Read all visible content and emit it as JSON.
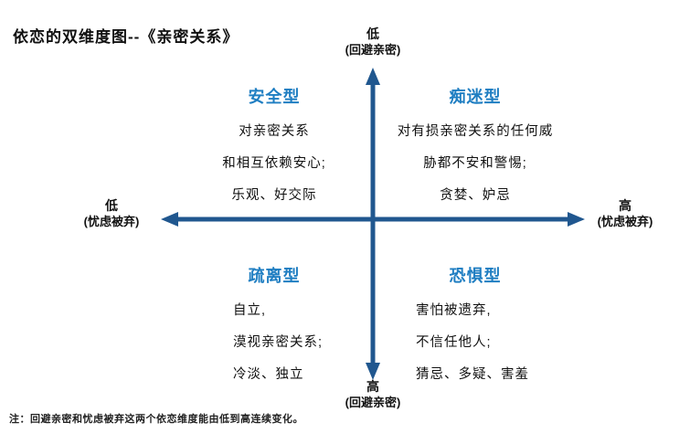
{
  "title": "依恋的双维度图--《亲密关系》",
  "footnote": "注：回避亲密和忧虑被弃这两个依恋维度能由低到高连续变化。",
  "axes": {
    "top": {
      "level": "低",
      "dimension": "(回避亲密)"
    },
    "bottom": {
      "level": "高",
      "dimension": "(回避亲密)"
    },
    "left": {
      "level": "低",
      "dimension": "(忧虑被弃)"
    },
    "right": {
      "level": "高",
      "dimension": "(忧虑被弃)"
    }
  },
  "quadrants": [
    {
      "id": "secure",
      "name": "安全型",
      "lines": [
        "对亲密关系",
        "和相互依赖安心;",
        "乐观、好交际"
      ]
    },
    {
      "id": "preoccupied",
      "name": "痴迷型",
      "lines": [
        "对有损亲密关系的任何威",
        "胁都不安和警惕;",
        "贪婪、妒忌"
      ]
    },
    {
      "id": "dismissing",
      "name": "疏离型",
      "lines": [
        "自立,",
        "漠视亲密关系;",
        "冷淡、独立"
      ]
    },
    {
      "id": "fearful",
      "name": "恐惧型",
      "lines": [
        "害怕被遗弃,",
        "不信任他人;",
        "猜忌、多疑、害羞"
      ]
    }
  ],
  "colors": {
    "type_name_color": "#1f7ec2",
    "axis_color": "#20578f",
    "text_color": "#111111",
    "bg_color": "#ffffff"
  }
}
